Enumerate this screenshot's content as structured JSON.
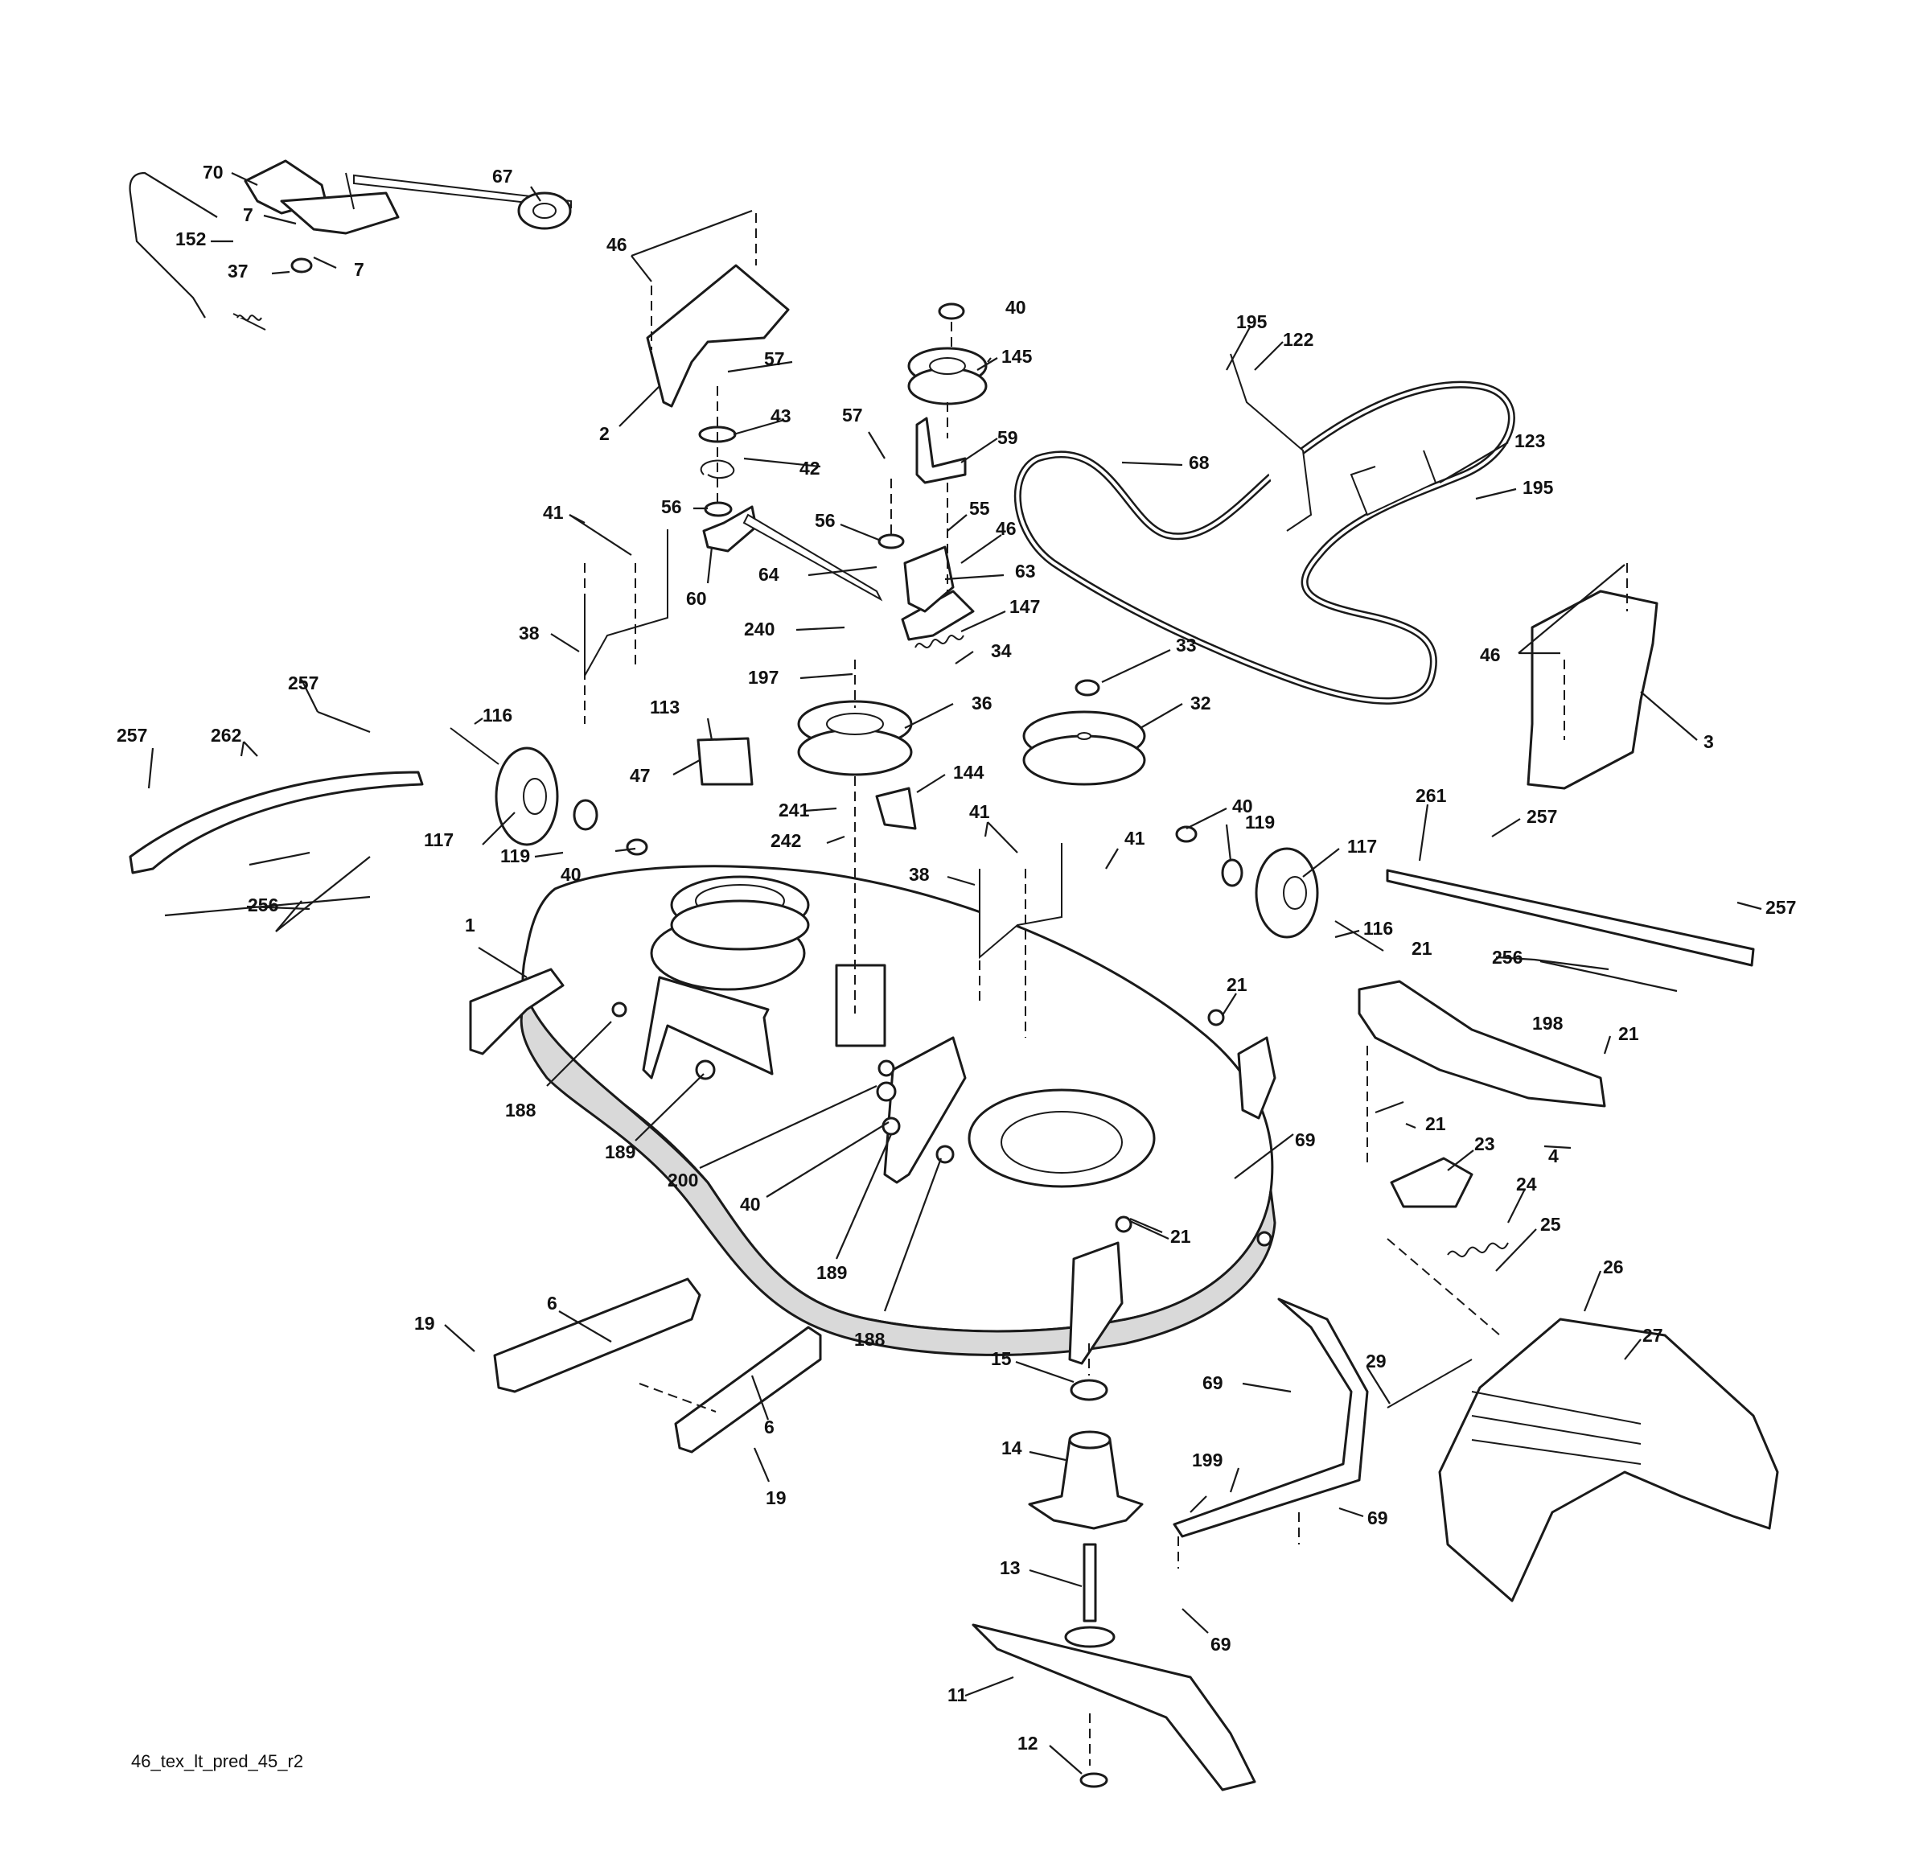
{
  "diagram_id": "46_tex_lt_pred_45_r2",
  "callouts": {
    "c70": "70",
    "c67": "67",
    "c7a": "7",
    "c7b": "7",
    "c152": "152",
    "c37": "37",
    "c46a": "46",
    "c2": "2",
    "c57a": "57",
    "c43": "43",
    "c42": "42",
    "c56a": "56",
    "c60": "60",
    "c64": "64",
    "c40a": "40",
    "c145": "145",
    "c57b": "57",
    "c59": "59",
    "c56b": "56",
    "c55": "55",
    "c46b": "46",
    "c63": "63",
    "c147": "147",
    "c240": "240",
    "c34": "34",
    "c197": "197",
    "c36": "36",
    "c33": "33",
    "c32": "32",
    "c144": "144",
    "c195a": "195",
    "c122": "122",
    "c68": "68",
    "c123": "123",
    "c195b": "195",
    "c46c": "46",
    "c3": "3",
    "c41a": "41",
    "c38a": "38",
    "c257a": "257",
    "c257b": "257",
    "c262": "262",
    "c256a": "256",
    "c116a": "116",
    "c117a": "117",
    "c119a": "119",
    "c40b": "40",
    "c113": "113",
    "c47": "47",
    "c241": "241",
    "c242": "242",
    "c41b": "41",
    "c38b": "38",
    "c41c": "41",
    "c40c": "40",
    "c119b": "119",
    "c117b": "117",
    "c116b": "116",
    "c261": "261",
    "c257c": "257",
    "c257d": "257",
    "c256b": "256",
    "c1": "1",
    "c188a": "188",
    "c189a": "189",
    "c200": "200",
    "c40d": "40",
    "c189b": "189",
    "c188b": "188",
    "c21a": "21",
    "c21b": "21",
    "c21c": "21",
    "c21d": "21",
    "c21e": "21",
    "c198": "198",
    "c69a": "69",
    "c4": "4",
    "c23": "23",
    "c24": "24",
    "c25": "25",
    "c26": "26",
    "c27": "27",
    "c29": "29",
    "c69b": "69",
    "c69c": "69",
    "c69d": "69",
    "c199": "199",
    "c6a": "6",
    "c6b": "6",
    "c19a": "19",
    "c19b": "19",
    "c15": "15",
    "c14": "14",
    "c13": "13",
    "c11": "11",
    "c12": "12"
  }
}
